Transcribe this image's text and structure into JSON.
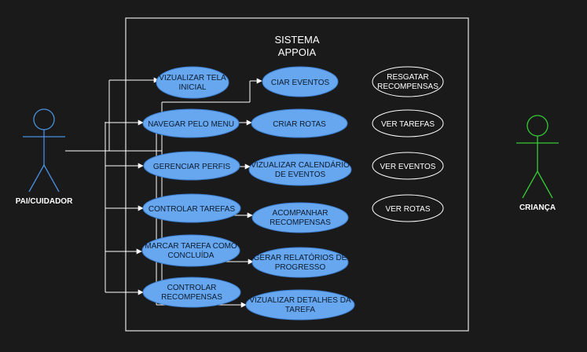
{
  "colors": {
    "background": "#1a1a1a",
    "boundary": "#e6e6e6",
    "usecase_fill": "#66a7ef",
    "usecase_stroke": "#3d7fd0",
    "usecase_text": "#0d1b2e",
    "child_usecase_stroke": "#ffffff",
    "child_usecase_text": "#ffffff",
    "line": "#ffffff",
    "parent_actor": "#4a8fe0",
    "child_actor": "#33cc33"
  },
  "system": {
    "title_line1": "SISTEMA",
    "title_line2": "APPOIA"
  },
  "actors": {
    "parent": {
      "label": "PAI/CUIDADOR",
      "icon": "stick-figure"
    },
    "child": {
      "label": "CRIANÇA",
      "icon": "stick-figure"
    }
  },
  "parent_usecases": {
    "visualizar_tela": {
      "line1": "VIZUALIZAR TELA",
      "line2": "INICIAL"
    },
    "navegar_menu": {
      "line1": "NAVEGAR PELO MENU",
      "line2": ""
    },
    "gerenciar_perfis": {
      "line1": "GERENCIAR PERFIS",
      "line2": ""
    },
    "controlar_tarefas": {
      "line1": "CONTROLAR TAREFAS",
      "line2": ""
    },
    "marcar_tarefa": {
      "line1": "MARCAR TAREFA COMO",
      "line2": "CONCLUÍDA"
    },
    "controlar_recompensas": {
      "line1": "CONTROLAR",
      "line2": "RECOMPENSAS"
    },
    "ciar_eventos": {
      "line1": "CIAR EVENTOS",
      "line2": ""
    },
    "criar_rotas": {
      "line1": "CRIAR ROTAS",
      "line2": ""
    },
    "vizualizar_calendario": {
      "line1": "VIZUALIZAR CALENDÁRIO",
      "line2": "DE EVENTOS"
    },
    "acompanhar_recompensas": {
      "line1": "ACOMPANHAR",
      "line2": "RECOMPENSAS"
    },
    "gerar_relatorios": {
      "line1": "GERAR RELATÓRIOS DE",
      "line2": "PROGRESSO"
    },
    "vizualizar_detalhes": {
      "line1": "VIZUALIZAR DETALHES DA",
      "line2": "TAREFA"
    }
  },
  "child_usecases": {
    "resgatar_recompensas": {
      "line1": "RESGATAR",
      "line2": "RECOMPENSAS"
    },
    "ver_tarefas": {
      "line1": "VER TAREFAS",
      "line2": ""
    },
    "ver_eventos": {
      "line1": "VER EVENTOS",
      "line2": ""
    },
    "ver_rotas": {
      "line1": "VER ROTAS",
      "line2": ""
    }
  }
}
